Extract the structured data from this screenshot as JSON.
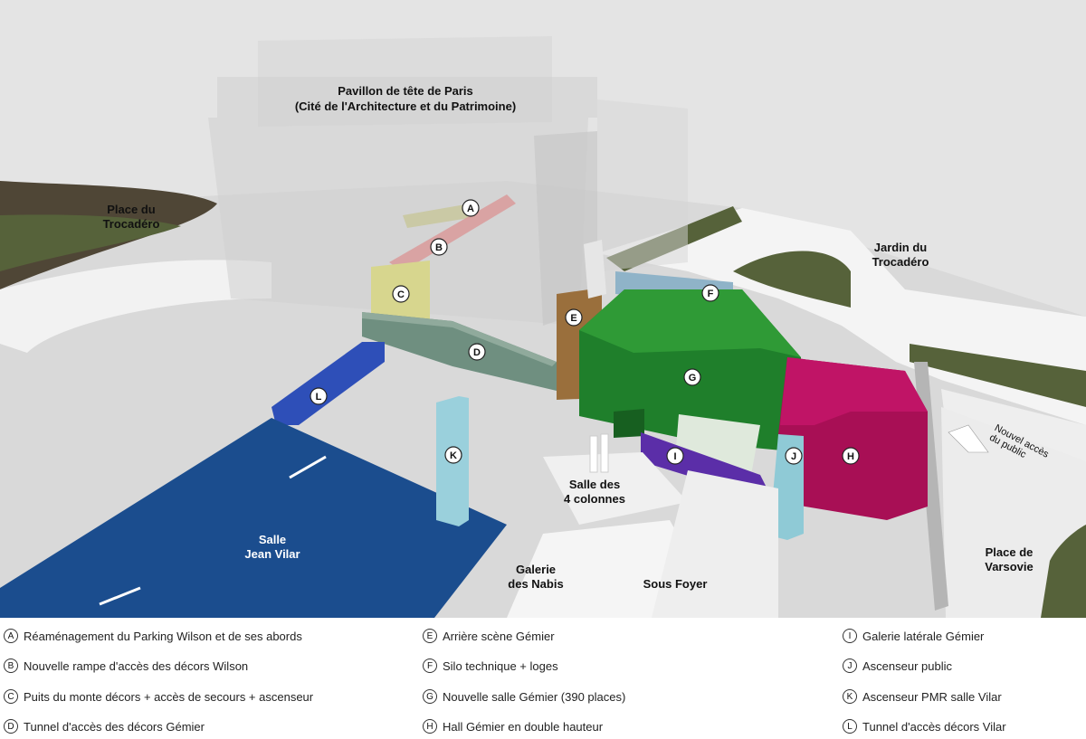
{
  "map_labels": {
    "pavillon_line1": "Pavillon de tête de Paris",
    "pavillon_line2": "(Cité de l'Architecture et du Patrimoine)",
    "trocadero_line1": "Place du",
    "trocadero_line2": "Trocadéro",
    "jardin_line1": "Jardin du",
    "jardin_line2": "Trocadéro",
    "vilar_line1": "Salle",
    "vilar_line2": "Jean Vilar",
    "colonnes_line1": "Salle des",
    "colonnes_line2": "4 colonnes",
    "nabis_line1": "Galerie",
    "nabis_line2": "des Nabis",
    "sous_foyer": "Sous Foyer",
    "varsovie_line1": "Place de",
    "varsovie_line2": "Varsovie",
    "nouvel_acces_line1": "Nouvel accès",
    "nouvel_acces_line2": "du public"
  },
  "markers": {
    "A": "A",
    "B": "B",
    "C": "C",
    "D": "D",
    "E": "E",
    "F": "F",
    "G": "G",
    "H": "H",
    "I": "I",
    "J": "J",
    "K": "K",
    "L": "L"
  },
  "colors": {
    "background": "#e4e4e4",
    "a_b_ramp": "#d99a9a",
    "c_shaft": "#d7d68e",
    "d_tunnel": "#6f8f80",
    "e_backstage": "#9a6f3c",
    "f_silo": "#8fb3c8",
    "g_hall": "#1f7f2b",
    "h_hall": "#a80f55",
    "i_gallery": "#5b2ea8",
    "j_lift": "#8fcad6",
    "k_lift": "#9ad0dc",
    "l_tunnel": "#2e4fb8",
    "vilar_hall": "#1b4d8e",
    "lawn": "#5e6a3c"
  },
  "legend": [
    {
      "letter": "A",
      "text": "Réaménagement du Parking Wilson et de ses abords"
    },
    {
      "letter": "B",
      "text": "Nouvelle rampe d'accès des décors Wilson"
    },
    {
      "letter": "C",
      "text": "Puits du monte décors + accès de secours + ascenseur"
    },
    {
      "letter": "D",
      "text": "Tunnel d'accès des décors Gémier"
    },
    {
      "letter": "E",
      "text": "Arrière scène Gémier"
    },
    {
      "letter": "F",
      "text": "Silo technique + loges"
    },
    {
      "letter": "G",
      "text": "Nouvelle salle Gémier (390 places)"
    },
    {
      "letter": "H",
      "text": "Hall Gémier en double hauteur"
    },
    {
      "letter": "I",
      "text": "Galerie latérale Gémier"
    },
    {
      "letter": "J",
      "text": "Ascenseur public"
    },
    {
      "letter": "K",
      "text": "Ascenseur PMR salle Vilar"
    },
    {
      "letter": "L",
      "text": "Tunnel d'accès décors Vilar"
    }
  ]
}
